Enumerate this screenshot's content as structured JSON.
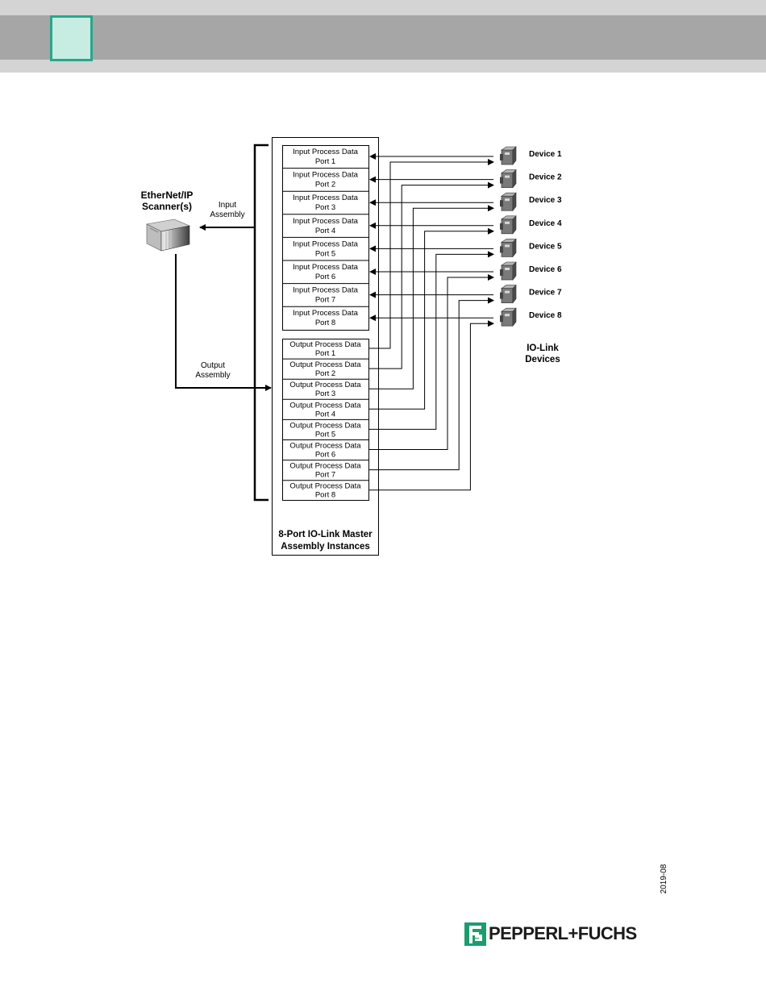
{
  "header": {
    "accent_color": "#2aa68c",
    "band_color": "#a6a6a6"
  },
  "diagram": {
    "scanner_label_line1": "EtherNet/IP",
    "scanner_label_line2": "Scanner(s)",
    "input_assembly_line1": "Input",
    "input_assembly_line2": "Assembly",
    "output_assembly_line1": "Output",
    "output_assembly_line2": "Assembly",
    "master_label_line1": "8-Port IO-Link Master",
    "master_label_line2": "Assembly Instances",
    "devices_label_line1": "IO-Link",
    "devices_label_line2": "Devices",
    "input_blocks": [
      {
        "title": "Input Process Data",
        "port": "Port 1"
      },
      {
        "title": "Input Process Data",
        "port": "Port 2"
      },
      {
        "title": "Input Process Data",
        "port": "Port 3"
      },
      {
        "title": "Input Process Data",
        "port": "Port 4"
      },
      {
        "title": "Input Process Data",
        "port": "Port 5"
      },
      {
        "title": "Input Process Data",
        "port": "Port 6"
      },
      {
        "title": "Input Process Data",
        "port": "Port 7"
      },
      {
        "title": "Input Process Data",
        "port": "Port 8"
      }
    ],
    "output_blocks": [
      {
        "title": "Output Process Data",
        "port": "Port 1"
      },
      {
        "title": "Output Process Data",
        "port": "Port 2"
      },
      {
        "title": "Output Process Data",
        "port": "Port 3"
      },
      {
        "title": "Output Process Data",
        "port": "Port 4"
      },
      {
        "title": "Output Process Data",
        "port": "Port 5"
      },
      {
        "title": "Output Process Data",
        "port": "Port 6"
      },
      {
        "title": "Output Process Data",
        "port": "Port 7"
      },
      {
        "title": "Output Process Data",
        "port": "Port 8"
      }
    ],
    "devices": [
      "Device 1",
      "Device 2",
      "Device 3",
      "Device 4",
      "Device 5",
      "Device 6",
      "Device 7",
      "Device 8"
    ]
  },
  "footer": {
    "date": "2019-08",
    "brand": "PEPPERL+FUCHS",
    "brand_color": "#1b9d6f"
  }
}
